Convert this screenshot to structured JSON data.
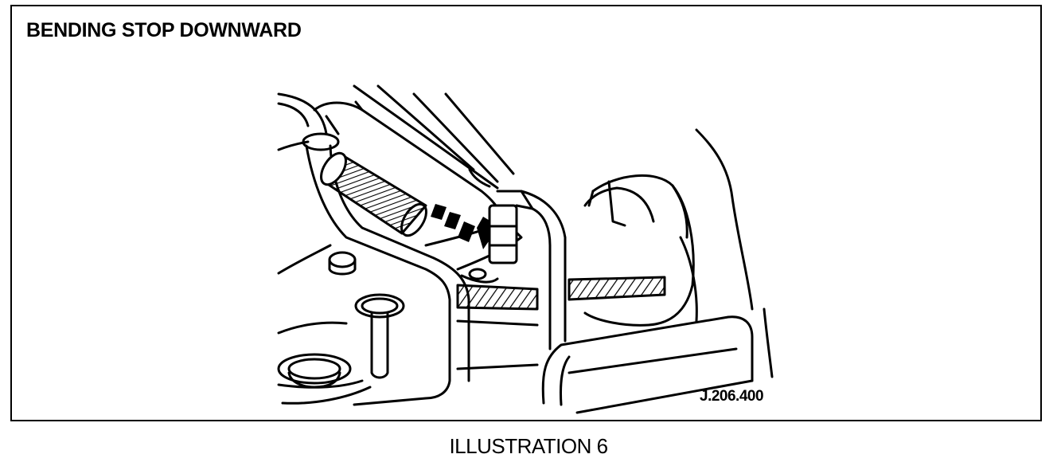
{
  "document": {
    "heading": "BENDING STOP DOWNWARD",
    "reference_code": "J.206.400",
    "caption": "ILLUSTRATION 6"
  },
  "colors": {
    "ink": "#000000",
    "paper": "#ffffff"
  },
  "icons": [
    "down-arrow-icon"
  ]
}
